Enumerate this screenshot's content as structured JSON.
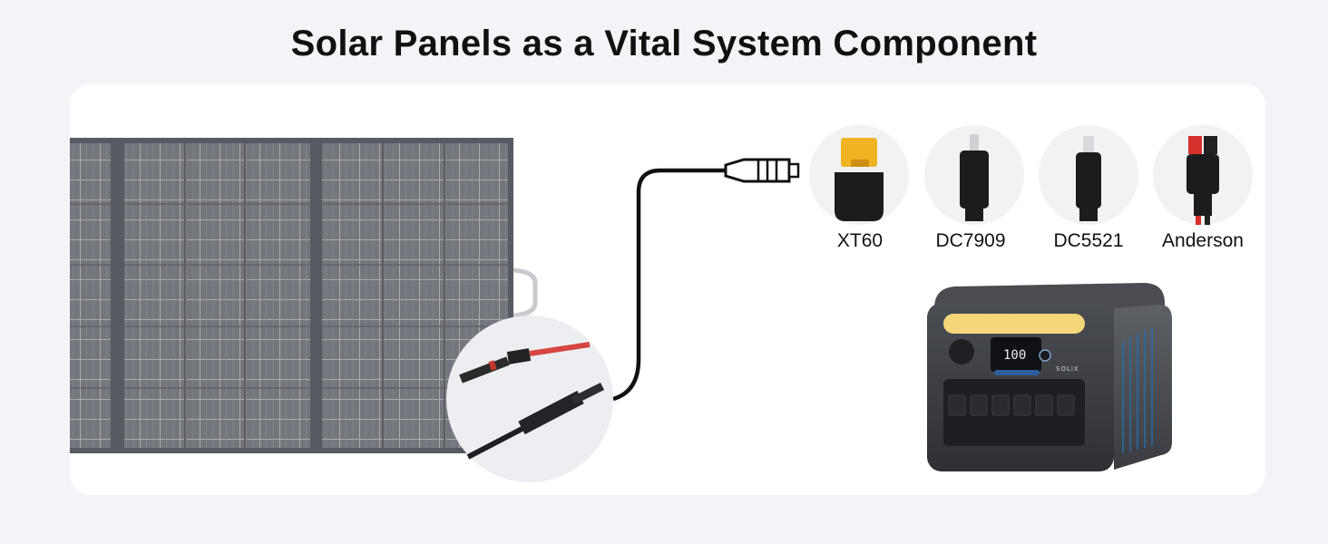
{
  "heading": "Solar Panels as a Vital System Component",
  "connectors": [
    {
      "label": "XT60",
      "icon": "xt60-connector-icon"
    },
    {
      "label": "DC7909",
      "icon": "dc7909-connector-icon"
    },
    {
      "label": "DC5521",
      "icon": "dc5521-connector-icon"
    },
    {
      "label": "Anderson",
      "icon": "anderson-connector-icon"
    }
  ],
  "power_station": {
    "screen_value": "100",
    "brand": "SOLIX"
  },
  "colors": {
    "background": "#f3f4f8",
    "card": "#ffffff",
    "panel": "#5f6168",
    "cable_red": "#d64541",
    "light_bar": "#f4d77a"
  }
}
